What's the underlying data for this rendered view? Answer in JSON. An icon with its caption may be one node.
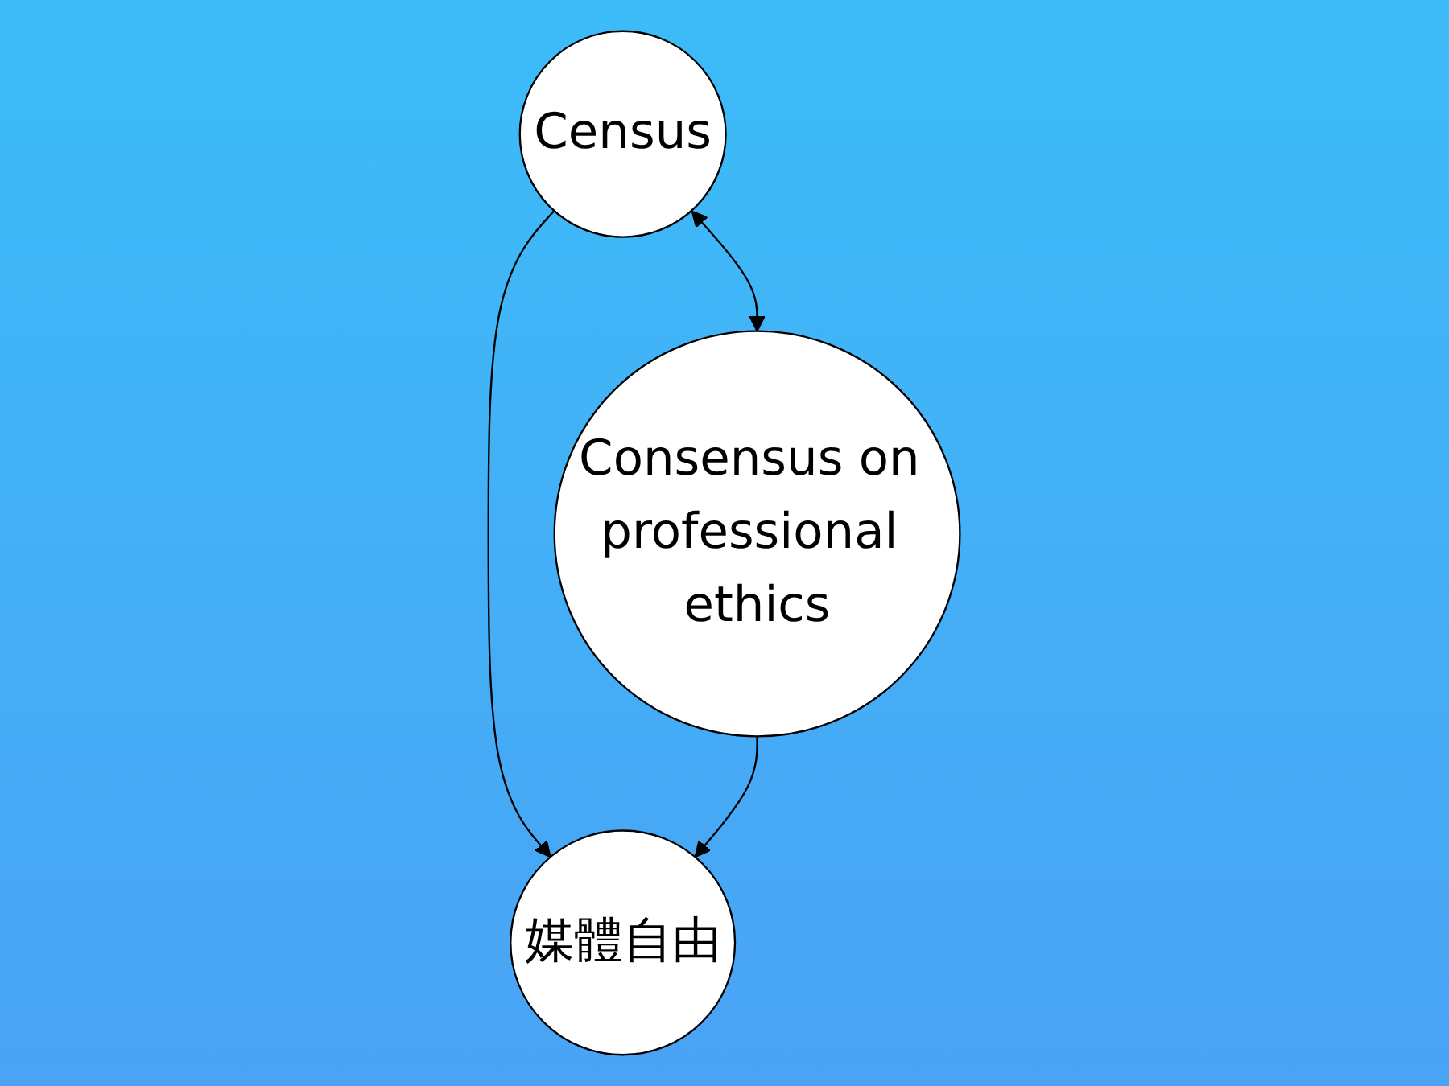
{
  "diagram": {
    "nodes": [
      {
        "text": [
          "Census"
        ]
      },
      {
        "text": [
          "Consensus on professional ethics"
        ]
      },
      {
        "text": [
          "媒體自由"
        ]
      }
    ],
    "edges": [
      {
        "from": 0,
        "to": 1,
        "arrow": "both"
      },
      {
        "from": 0,
        "to": 2,
        "arrow": "to"
      },
      {
        "from": 1,
        "to": 2,
        "arrow": "to"
      }
    ]
  }
}
